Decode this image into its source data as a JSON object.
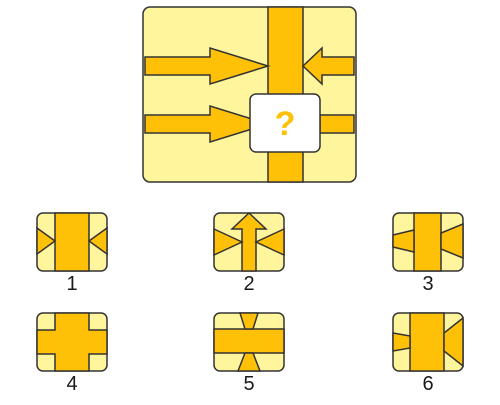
{
  "puzzle": {
    "question_mark": "?",
    "options": [
      {
        "label": "1"
      },
      {
        "label": "2"
      },
      {
        "label": "3"
      },
      {
        "label": "4"
      },
      {
        "label": "5"
      },
      {
        "label": "6"
      }
    ]
  },
  "colors": {
    "light_fill": "#FFF59D",
    "dark_fill": "#FFC107",
    "stroke": "#222222",
    "missing_panel": "#FFFFFF",
    "question_mark": "#FFC107"
  }
}
